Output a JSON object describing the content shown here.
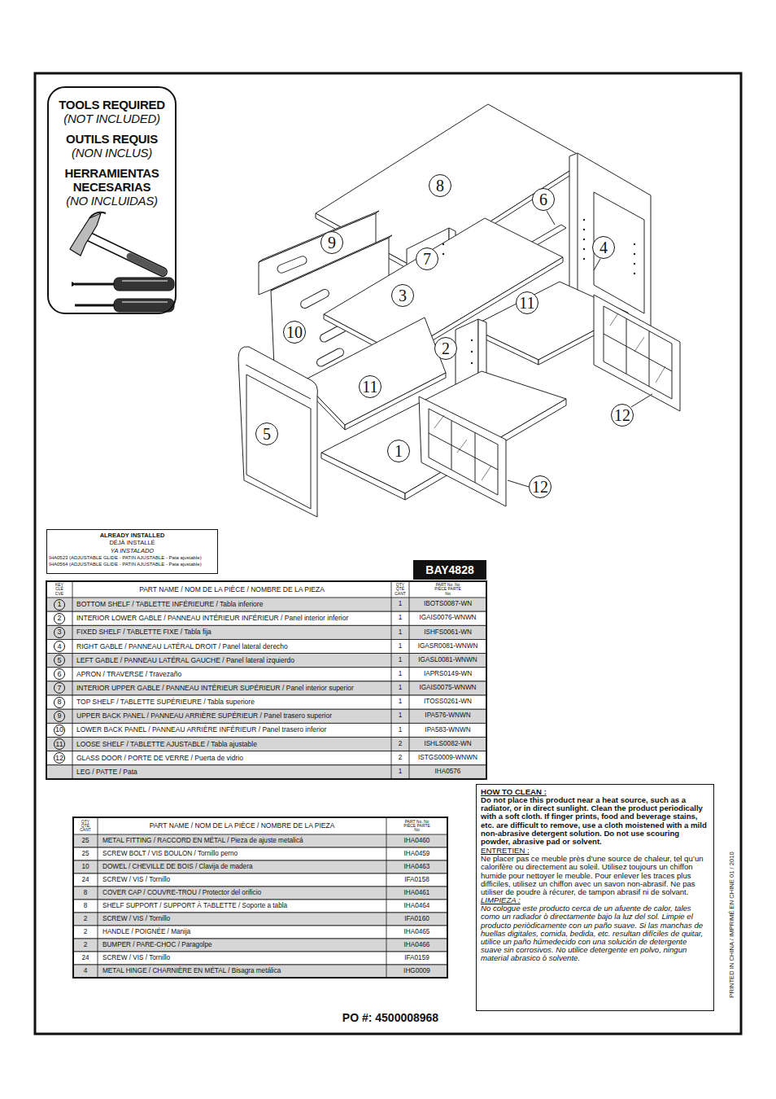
{
  "diagram": {
    "nodes": [
      {
        "text": [
          "TOOLS REQUIRED",
          "(NOT INCLUDED)",
          "OUTILS REQUIS",
          "(NON INCLUS)",
          "HERRAMIENTAS NECESARIAS",
          "(NO INCLUIDAS)"
        ]
      },
      {
        "text": [
          "8"
        ]
      },
      {
        "text": [
          "6"
        ]
      },
      {
        "text": [
          "9"
        ]
      },
      {
        "text": [
          "7"
        ]
      },
      {
        "text": [
          "4"
        ]
      },
      {
        "text": [
          "3"
        ]
      },
      {
        "text": [
          "11"
        ]
      },
      {
        "text": [
          "10"
        ]
      },
      {
        "text": [
          "2"
        ]
      },
      {
        "text": [
          "11"
        ]
      },
      {
        "text": [
          "12"
        ]
      },
      {
        "text": [
          "5"
        ]
      },
      {
        "text": [
          "1"
        ]
      },
      {
        "text": [
          "12"
        ]
      },
      {
        "text": [
          "ALREADY INSTALLED",
          "DÉJÀ INSTALLÉ",
          "YA INSTALADO",
          "IHA0523 (ADJUSTABLE GLIDE - PATIN AJUSTABLE - Pata ajustable)",
          "IHA0564 (ADJUSTABLE GLIDE - PATIN AJUSTABLE - Pata ajustable)"
        ]
      },
      {
        "text": [
          "BAY4828"
        ]
      },
      {
        "text": [
          "1"
        ]
      },
      {
        "text": [
          "2"
        ]
      },
      {
        "text": [
          "3"
        ]
      },
      {
        "text": [
          "4"
        ]
      },
      {
        "text": [
          "5"
        ]
      },
      {
        "text": [
          "6"
        ]
      },
      {
        "text": [
          "7"
        ]
      },
      {
        "text": [
          "8"
        ]
      },
      {
        "text": [
          "9"
        ]
      },
      {
        "text": [
          "10"
        ]
      },
      {
        "text": [
          "11"
        ]
      },
      {
        "text": [
          "12"
        ]
      },
      {
        "text": [
          "HOW TO CLEAN :",
          "Do not place this product near a heat source, such as a radiator, or in direct sunlight. Clean the product periodically with a soft cloth. If finger prints, food and beverage stains, etc. are difficult to remove, use a cloth moistened with a mild non-abrasive detergent solution. Do not use scouring powder, abrasive pad or solvent.",
          "ENTRETIEN :",
          "Ne placer pas ce meuble près d’une source de chaleur, tel qu’un calorifère ou directement au soleil. Utilisez toujours un chiffon humide pour nettoyer le meuble. Pour enlever les traces plus difficiles, utilisez un chiffon avec un savon non-abrasif. Ne pas utiliser de poudre à récurer, de tampon abrasif ni de solvant.",
          "LIMPIEZA :",
          "No cologue este producto cerca de un afuente de calor, tales como un radiador ò directamente bajo la luz del sol. Limpie el producto periòdicamente con un paño suave. Si las manchas de huellas digitales, comida, bedida, etc. resultan difíciles de quitar, utilice un paño húmedecido con una solución de detergente suave sin corrosivos. No utilice detergente en polvo, ningun material abrasico ò solvente."
        ]
      }
    ],
    "labels": [
      "KEY CLÉ CVE",
      "PART NAME / NOM DE LA PIÈCE / NOMBRE DE LA PIEZA",
      "QTY QTÉ CANT",
      "PART No. No PIÈCE PARTE No",
      "BOTTOM SHELF / TABLETTE INFÉRIEURE / Tabla inferiore",
      "1",
      "IBOTS0087-WN",
      "INTERIOR LOWER GABLE / PANNEAU INTÉRIEUR INFÉRIEUR / Panel interior inferior",
      "1",
      "IGAIS0076-WNWN",
      "FIXED SHELF / TABLETTE FIXE / Tabla fija",
      "1",
      "ISHFS0061-WN",
      "RIGHT GABLE / PANNEAU LATÉRAL DROIT / Panel lateral derecho",
      "1",
      "IGASR0081-WNWN",
      "LEFT GABLE / PANNEAU LATÉRAL GAUCHE / Panel lateral izquierdo",
      "1",
      "IGASL0081-WNWN",
      "APRON / TRAVERSE / Travezaño",
      "1",
      "IAPRS0149-WN",
      "INTERIOR UPPER GABLE / PANNEAU INTÉRIEUR SUPÉRIEUR / Panel interior superior",
      "1",
      "IGAIS0075-WNWN",
      "TOP SHELF / TABLETTE SUPÉRIEURE / Tabla superiore",
      "1",
      "ITOSS0261-WN",
      "UPPER BACK PANEL / PANNEAU ARRIÈRE SUPÉRIEUR / Panel trasero superior",
      "1",
      "IPA576-WNWN",
      "LOWER BACK PANEL / PANNEAU ARRIÈRE INFÉRIEUR / Panel trasero inferior",
      "1",
      "IPA583-WNWN",
      "LOOSE SHELF / TABLETTE AJUSTABLE / Tabla ajustable",
      "2",
      "ISHLS0082-WN",
      "GLASS DOOR / PORTE DE VERRE / Puerta de vidrio",
      "2",
      "ISTGS0009-WNWN",
      "LEG / PATTE / Pata",
      "1",
      "IHA0576",
      "QTY QTÉ CANT",
      "PART NAME / NOM DE LA PIÈCE / NOMBRE DE LA PIEZA",
      "PART No. No PIÈCE PARTE No",
      "25",
      "METAL FITTING / RACCORD EN MÉTAL / Pieza de ajuste metalicá",
      "IHA0460",
      "25",
      "SCREW BOLT / VIS BOULON / Tornillo perno",
      "IHA0459",
      "10",
      "DOWEL / CHEVILLE DE BOIS / Clavija de madera",
      "IHA0463",
      "24",
      "SCREW / VIS / Tornillo",
      "IFA0158",
      "8",
      "COVER CAP / COUVRE-TROU / Protector del orificio",
      "IHA0461",
      "8",
      "SHELF SUPPORT / SUPPORT À TABLETTE / Soporte a tabla",
      "IHA0464",
      "2",
      "SCREW / VIS / Tornillo",
      "IFA0160",
      "2",
      "HANDLE / POIGNÉE / Manija",
      "IHA0465",
      "2",
      "BUMPER / PARE-CHOC / Paragolpe",
      "IHA0466",
      "24",
      "SCREW / VIS / Tornillo",
      "IFA0159",
      "4",
      "METAL HINGE / CHARNIÈRE EN MÉTAL / Bisagra metálica",
      "IHG0009",
      "PO #: 4500008968",
      "PRINTED IN CHINA / IMPRIMÉ EN CHINE 01 / 2010"
    ]
  }
}
